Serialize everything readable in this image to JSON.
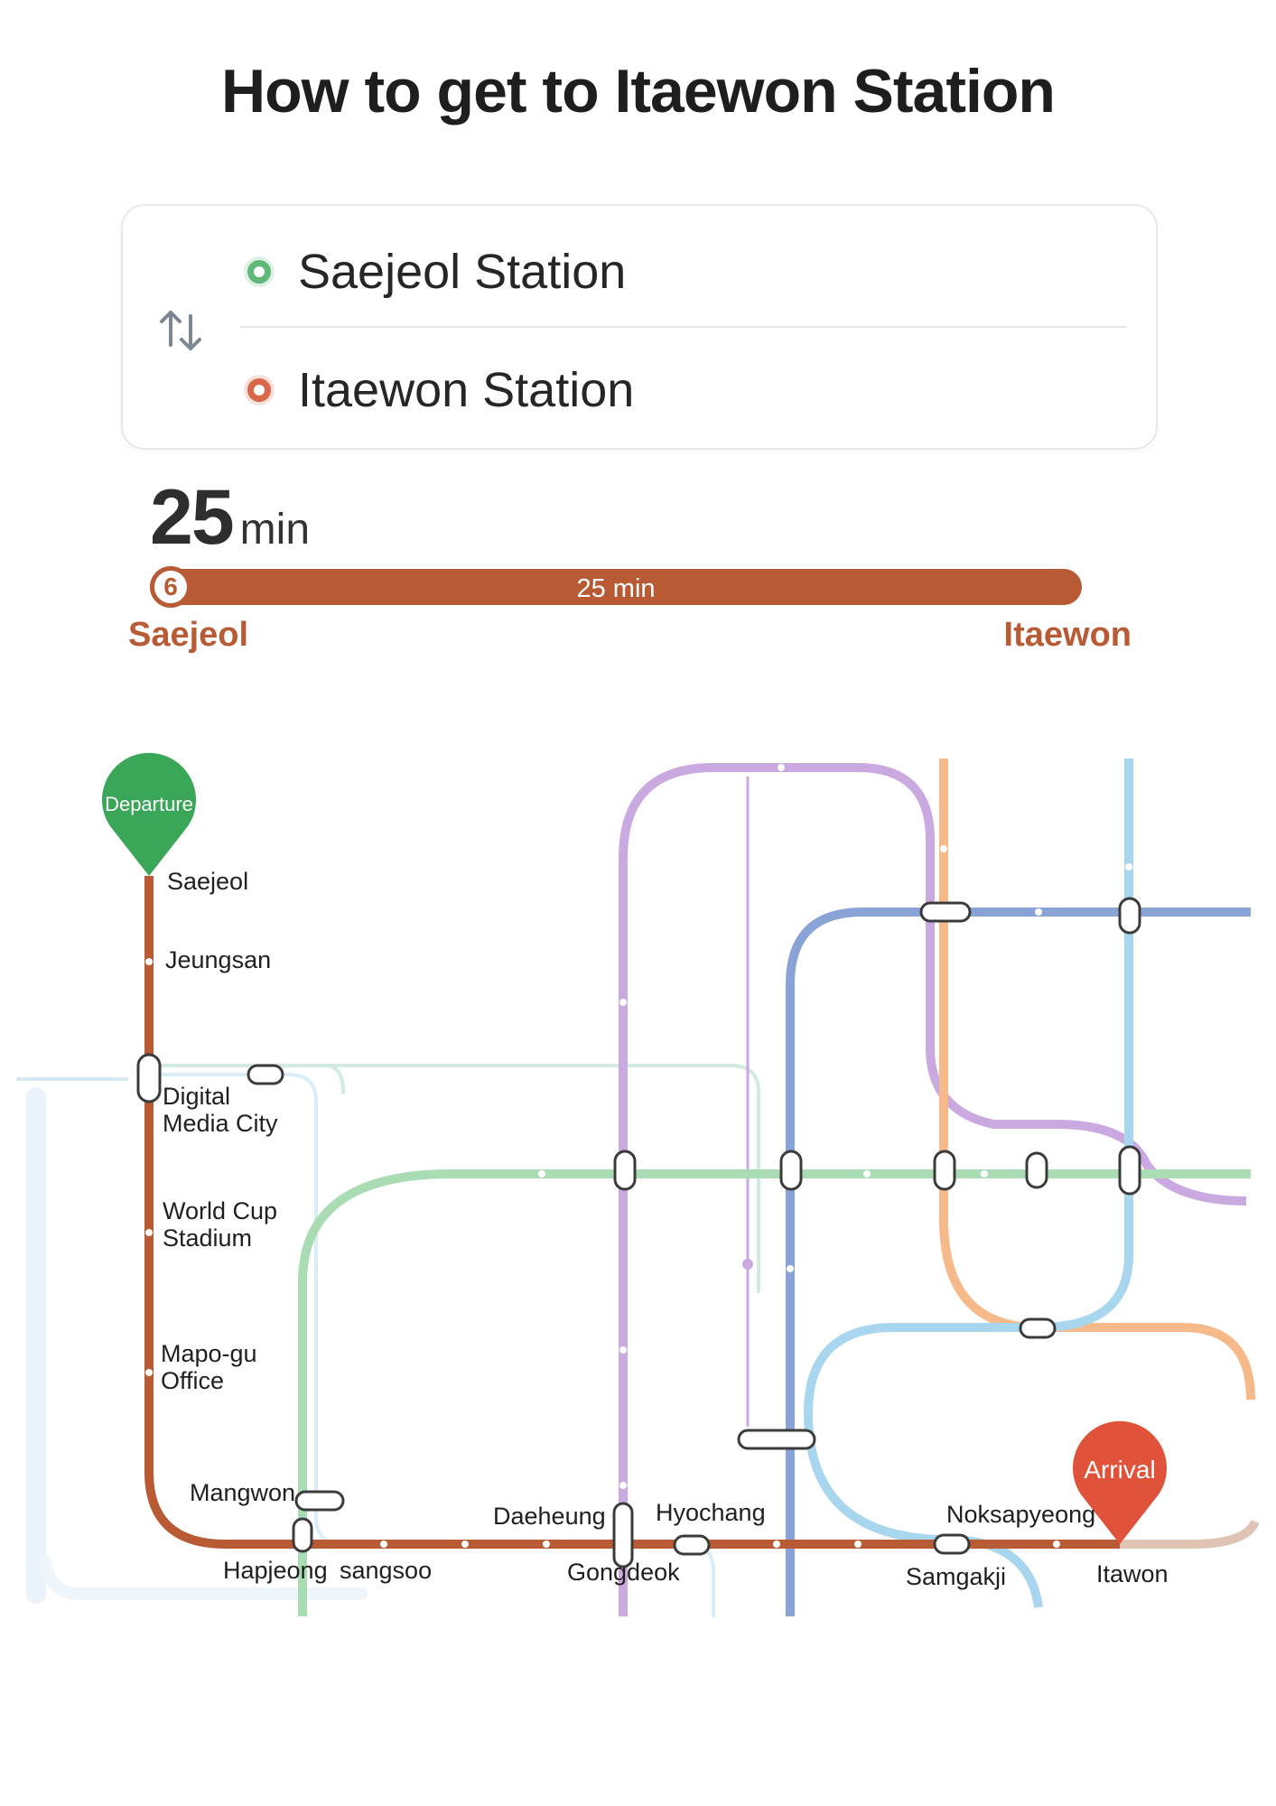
{
  "page": {
    "title": "How to get to Itaewon Station"
  },
  "route": {
    "origin": "Saejeol Station",
    "destination": "Itaewon Station",
    "origin_color": "#5fb878",
    "destination_color": "#d9674a"
  },
  "summary": {
    "duration_value": "25",
    "duration_unit": "min",
    "line_number": "6",
    "line_color": "#b85a34",
    "segment_label": "25 min",
    "progress_fraction": 1.0,
    "start_station": "Saejeol",
    "end_station": "Itaewon"
  },
  "map": {
    "departure_pin": "Departure",
    "arrival_pin": "Arrival",
    "departure_color": "#3aa657",
    "arrival_color": "#e0533a",
    "stations": {
      "saejeol": "Saejeol",
      "jeungsan": "Jeungsan",
      "dmc_line1": "Digital",
      "dmc_line2": "Media City",
      "worldcup_line1": "World Cup",
      "worldcup_line2": "Stadium",
      "mapo_line1": "Mapo-gu",
      "mapo_line2": "Office",
      "mangwon": "Mangwon",
      "hapjeong": "Hapjeong",
      "sangsoo": "sangsoo",
      "daeheung": "Daeheung",
      "gongdeok": "Gongdeok",
      "hyochang": "Hyochang",
      "samgakji": "Samgakji",
      "noksapyeong": "Noksapyeong",
      "itawon": "Itawon"
    }
  }
}
